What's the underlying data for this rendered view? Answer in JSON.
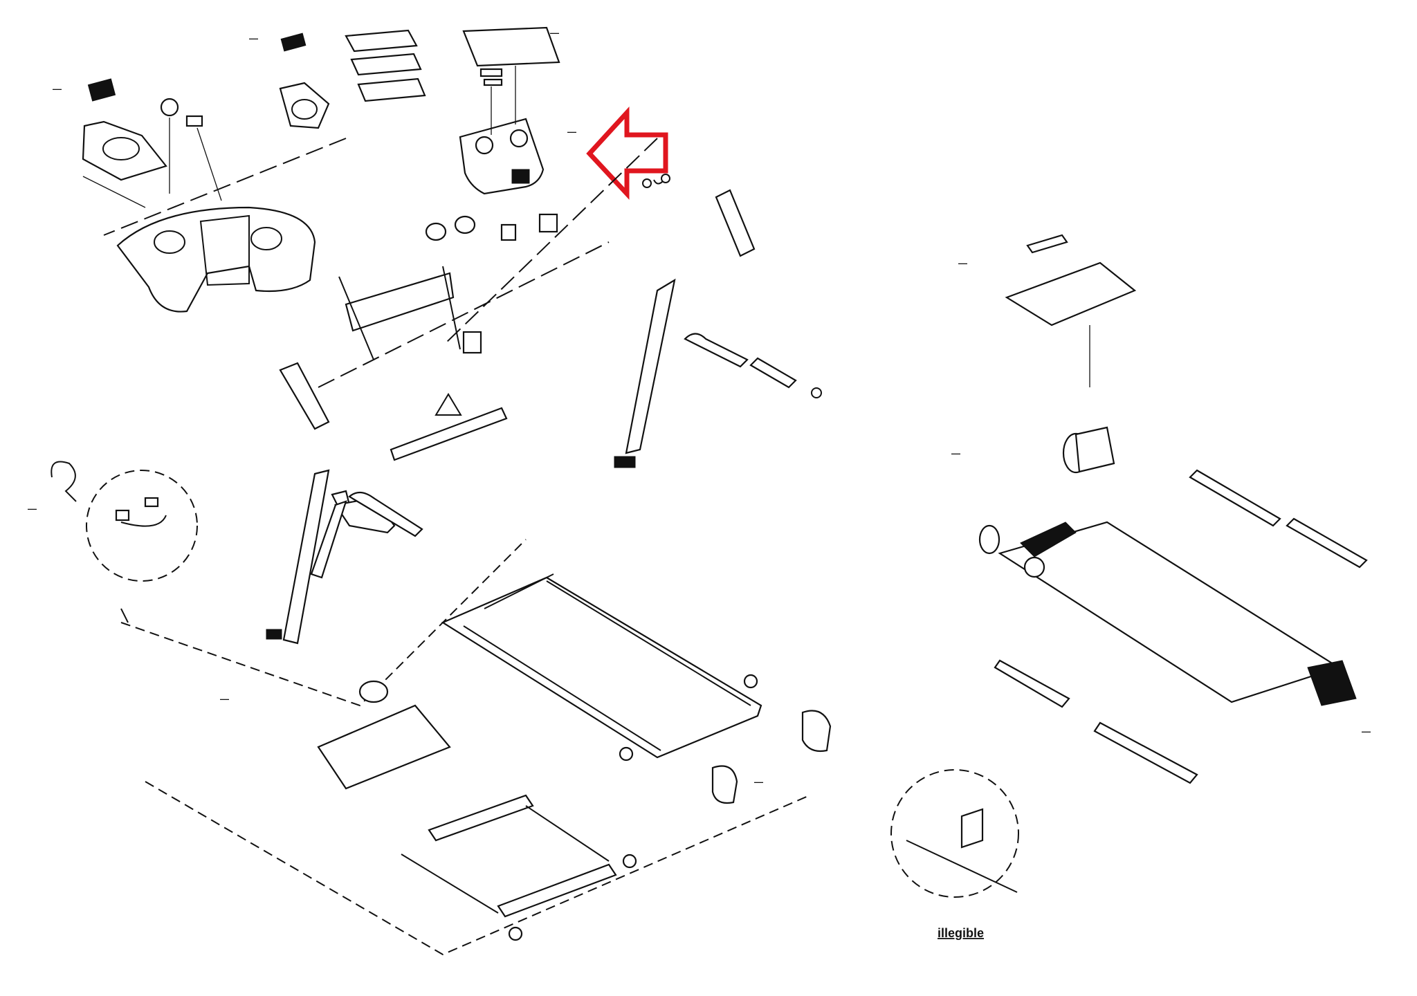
{
  "diagram": {
    "type": "exploded-parts-diagram",
    "subject": "treadmill",
    "highlight": {
      "shape": "arrow",
      "direction": "left",
      "color": "#e0161f",
      "points_to": "console-control-panel"
    },
    "detail_view": {
      "caption": "illegible",
      "shape": "circle"
    },
    "labels_note": "Part callout labels are rendered at too low a resolution to be transcribed reliably",
    "callouts": [
      {
        "id": "c01",
        "text": "—"
      },
      {
        "id": "c02",
        "text": "—"
      },
      {
        "id": "c03",
        "text": "—"
      },
      {
        "id": "c04",
        "text": "—"
      },
      {
        "id": "c05",
        "text": "—"
      },
      {
        "id": "c06",
        "text": "—"
      },
      {
        "id": "c07",
        "text": "—"
      },
      {
        "id": "c08",
        "text": "—"
      },
      {
        "id": "c09",
        "text": "—"
      },
      {
        "id": "c10",
        "text": "—"
      }
    ]
  }
}
